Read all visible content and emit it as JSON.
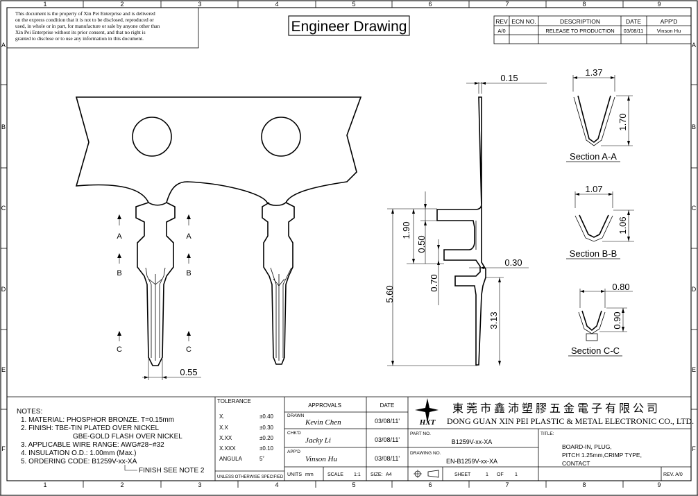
{
  "title": "Engineer Drawing",
  "disclaimer": [
    "This document is the property of Xin Pei Enterprise and is delivered",
    "on the express condition that it is not to be disclosed, reproduced or",
    "used, in whole or in part, for manufacture or sale by anyone other than",
    "Xin Pei Enterprise without its prior consent, and that no right is",
    "granted to disclose or to use any information in this document."
  ],
  "grid": {
    "columns": [
      "1",
      "2",
      "3",
      "4",
      "5",
      "6",
      "7",
      "8",
      "9"
    ],
    "rows": [
      "A",
      "B",
      "C",
      "D",
      "E",
      "F"
    ]
  },
  "revision": {
    "headers": {
      "rev": "REV",
      "ecn": "ECN NO.",
      "description": "DESCRIPTION",
      "date": "DATE",
      "approved": "APP'D"
    },
    "rows": [
      {
        "rev": "A/0",
        "ecn": "",
        "description": "RELEASE TO PRODUCTION",
        "date": "03/08/11",
        "approved": "Vinson Hu"
      }
    ]
  },
  "dimensions": {
    "thickness": "0.15",
    "total_height": "5.60",
    "d190": "1.90",
    "d050": "0.50",
    "d030": "0.30",
    "d070": "0.70",
    "d313": "3.13",
    "tip_width": "0.55"
  },
  "section_marks": {
    "a": "A",
    "b": "B",
    "c": "C"
  },
  "sections": [
    {
      "name": "Section A-A",
      "width": "1.37",
      "height": "1.70"
    },
    {
      "name": "Section B-B",
      "width": "1.07",
      "height": "1.06"
    },
    {
      "name": "Section C-C",
      "width": "0.80",
      "height": "0.90"
    }
  ],
  "notes": {
    "heading": "NOTES:",
    "lines": [
      "1. MATERIAL: PHOSPHOR BRONZE. T=0.15mm",
      "2. FINISH: TBE-TIN PLATED OVER NICKEL",
      "GBE-GOLD FLASH OVER NICKEL",
      "3. APPLICABLE WIRE RANGE: AWG#28~#32",
      "4. INSULATION O.D.: 1.00mm (Max.)",
      "5. ORDERING CODE: B1259V-xx-XA"
    ],
    "finish_callout": "FINISH SEE NOTE 2"
  },
  "tolerance": {
    "heading": "TOLERANCE",
    "rows": [
      {
        "label": "X.",
        "value": "±0.40"
      },
      {
        "label": "X.X",
        "value": "±0.30"
      },
      {
        "label": "X.XX",
        "value": "±0.20"
      },
      {
        "label": "X.XXX",
        "value": "±0.10"
      },
      {
        "label": "ANGULA",
        "value": "5˚"
      }
    ],
    "footer": "UNLESS OTHERWISE SPECIFIED"
  },
  "approvals": {
    "heading": "APPROVALS",
    "date_heading": "DATE",
    "rows": [
      {
        "role": "DRAWN",
        "name": "Kevin Chen",
        "date": "03/08/11'"
      },
      {
        "role": "CHK'D",
        "name": "Jacky Li",
        "date": "03/08/11'"
      },
      {
        "role": "APP'D",
        "name": "Vinson Hu",
        "date": "03/08/11'"
      }
    ]
  },
  "company": {
    "logo_text": "HXT",
    "name_cn": "東莞市鑫沛塑膠五金電子有限公司",
    "name_en": "DONG GUAN XIN PEI PLASTIC & METAL ELECTRONIC CO., LTD."
  },
  "part": {
    "label": "PART NO.",
    "value": "B1259V-xx-XA"
  },
  "drawing_no": {
    "label": "DRAWING NO.",
    "value": "EN-B1259V-xx-XA"
  },
  "title_block": {
    "label": "TITLE:",
    "lines": [
      "BOARD-IN, PLUG,",
      "PITCH 1.25mm,CRIMP TYPE,",
      "CONTACT"
    ]
  },
  "footer": {
    "units_label": "UNITS",
    "units_value": "mm",
    "scale_label": "SCALE",
    "scale_value": "1:1",
    "size_label": "SIZE:",
    "size_value": "A4",
    "sheet_label": "SHEET",
    "sheet_value": "1",
    "of_label": "OF",
    "of_value": "1",
    "rev_label": "REV. A/0"
  }
}
